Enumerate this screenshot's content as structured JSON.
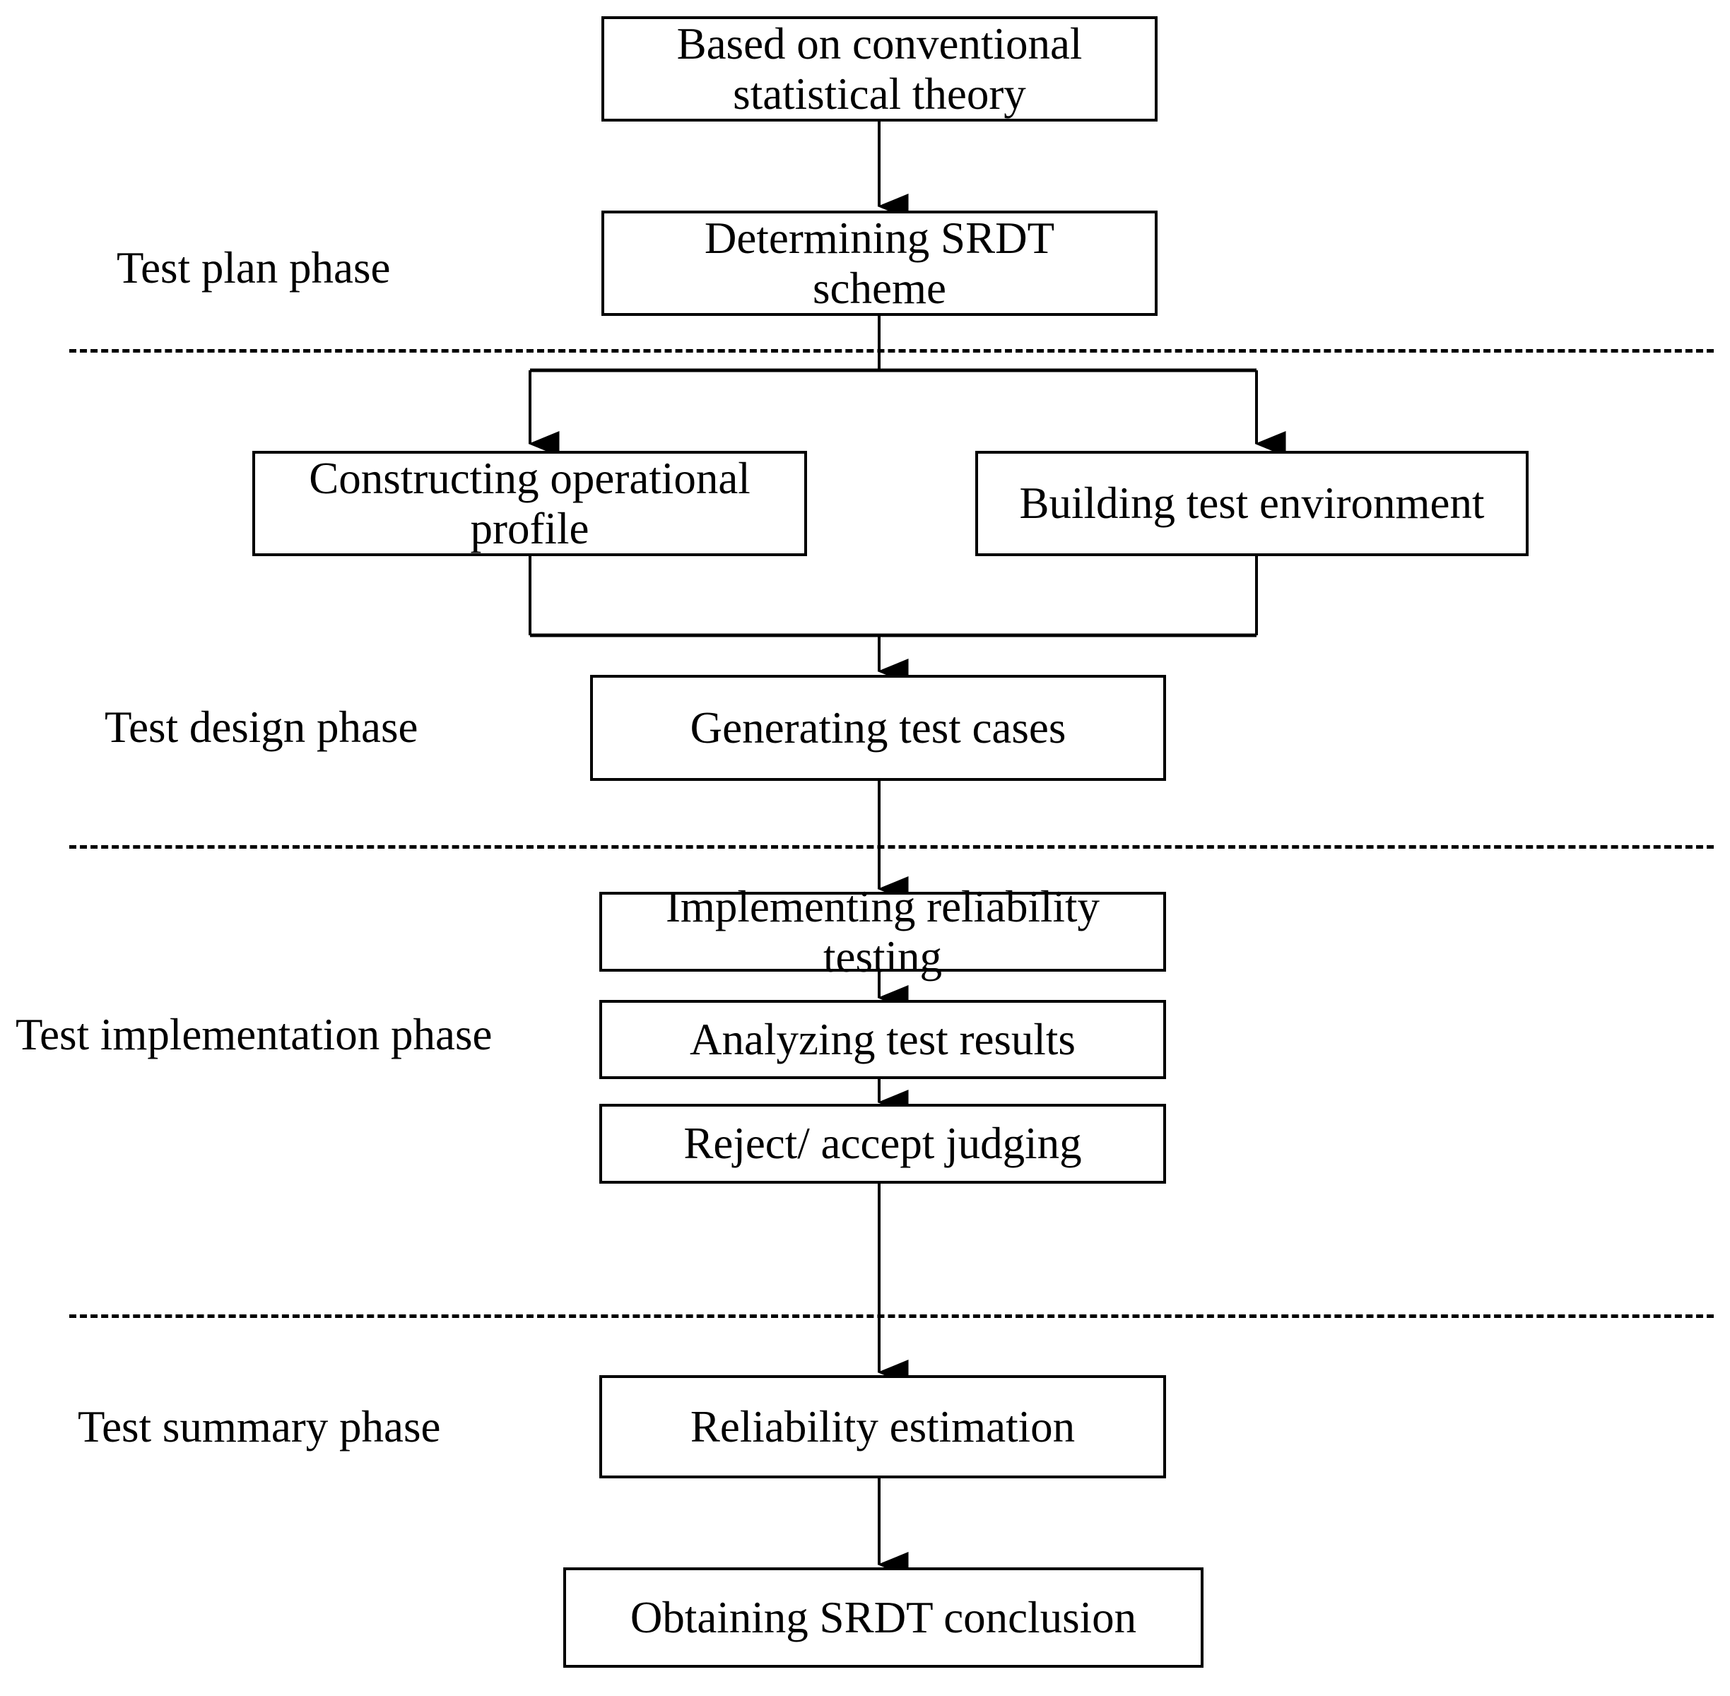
{
  "diagram": {
    "title": "SRDT reliability testing process flowchart",
    "background": "#ffffff",
    "line_color": "#000000",
    "text_color": "#000000",
    "phases": [
      {
        "id": "plan",
        "label": "Test plan phase"
      },
      {
        "id": "design",
        "label": "Test design phase"
      },
      {
        "id": "implementation",
        "label": "Test implementation phase"
      },
      {
        "id": "summary",
        "label": "Test summary phase"
      }
    ],
    "nodes": [
      {
        "id": "n1",
        "label": "Based on conventional\nstatistical theory"
      },
      {
        "id": "n2",
        "label": "Determining SRDT\nscheme"
      },
      {
        "id": "n3",
        "label": "Constructing operational\nprofile"
      },
      {
        "id": "n4",
        "label": "Building test environment"
      },
      {
        "id": "n5",
        "label": "Generating test cases"
      },
      {
        "id": "n6",
        "label": "Implementing reliability\ntesting"
      },
      {
        "id": "n7",
        "label": "Analyzing test results"
      },
      {
        "id": "n8",
        "label": "Reject/ accept judging"
      },
      {
        "id": "n9",
        "label": "Reliability estimation"
      },
      {
        "id": "n10",
        "label": "Obtaining SRDT conclusion"
      }
    ],
    "edges": [
      {
        "from": "n1",
        "to": "n2",
        "type": "straight-arrow"
      },
      {
        "from": "n2",
        "to": "n3",
        "type": "split-arrow"
      },
      {
        "from": "n2",
        "to": "n4",
        "type": "split-arrow"
      },
      {
        "from": "n3",
        "to": "n5",
        "type": "merge-arrow"
      },
      {
        "from": "n4",
        "to": "n5",
        "type": "merge-arrow"
      },
      {
        "from": "n5",
        "to": "n6",
        "type": "straight-arrow"
      },
      {
        "from": "n6",
        "to": "n7",
        "type": "straight-arrow"
      },
      {
        "from": "n7",
        "to": "n8",
        "type": "straight-arrow"
      },
      {
        "from": "n8",
        "to": "n9",
        "type": "straight-arrow"
      },
      {
        "from": "n9",
        "to": "n10",
        "type": "straight-arrow"
      }
    ],
    "dividers": [
      {
        "id": "d1",
        "after_phase": "plan"
      },
      {
        "id": "d2",
        "after_phase": "design"
      },
      {
        "id": "d3",
        "after_phase": "implementation"
      }
    ]
  }
}
